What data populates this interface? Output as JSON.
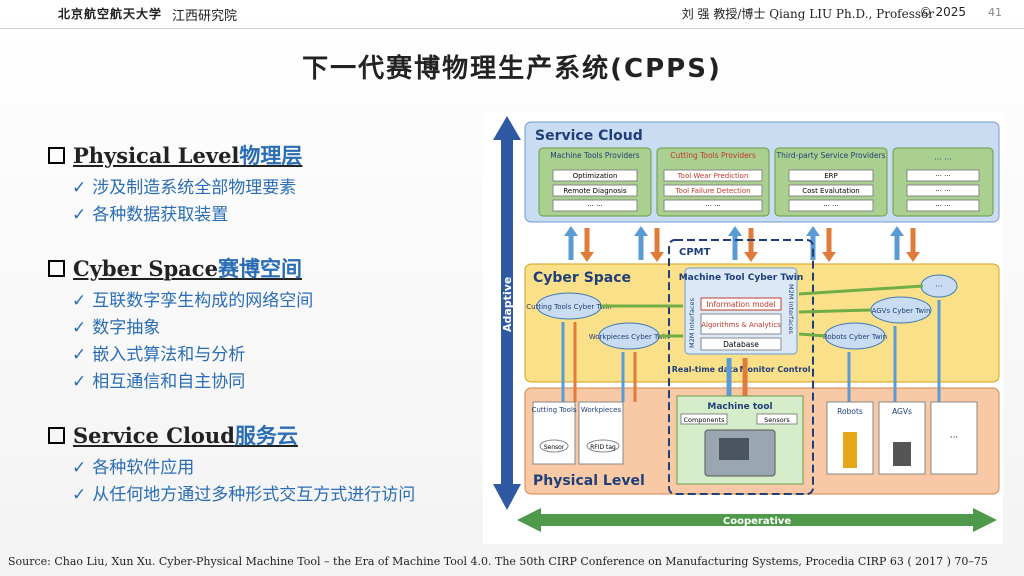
{
  "header": {
    "university": "北京航空航天大学",
    "institute": "江西研究院",
    "author": "刘 强 教授/博士 Qiang LIU Ph.D., Professor",
    "copyright": "© 2025",
    "page_number": "41"
  },
  "title": "下一代赛博物理生产系统(CPPS)",
  "sections": [
    {
      "en": "Physical Level",
      "zh": "物理层",
      "items": [
        "涉及制造系统全部物理要素",
        "各种数据获取装置"
      ]
    },
    {
      "en": "Cyber Space",
      "zh": "赛博空间",
      "items": [
        "互联数字孪生构成的网络空间",
        "数字抽象",
        "嵌入式算法和与分析",
        "相互通信和自主协同"
      ]
    },
    {
      "en": "Service Cloud",
      "zh": "服务云",
      "items": [
        "各种软件应用",
        "从任何地方通过多种形式交互方式进行访问"
      ]
    }
  ],
  "diagram": {
    "service_cloud": "Service Cloud",
    "providers": [
      {
        "name": "Machine Tools Providers",
        "services": [
          "Optimization",
          "Remote Diagnosis",
          "··· ···"
        ]
      },
      {
        "name": "Cutting Tools Providers",
        "services": [
          "Tool Wear Prediction",
          "Tool Failure Detection",
          "··· ···"
        ]
      },
      {
        "name": "Third-party Service Providers",
        "services": [
          "ERP",
          "Cost Evalutation",
          "··· ···"
        ]
      },
      {
        "name": "··· ···",
        "services": [
          "··· ···",
          "··· ···",
          "··· ···"
        ]
      }
    ],
    "cyber_space": "Cyber Space",
    "cpmt": "CPMT",
    "machine_tool_cyber_twin": "Machine Tool Cyber Twin",
    "twin_modules": [
      "Information model",
      "Algorithms & Analytics",
      "Database"
    ],
    "m2m_left": "M2M Interfaces",
    "m2m_right": "M2M Interfaces",
    "cyber_twins": [
      "Cutting Tools Cyber Twin",
      "Workpieces Cyber Twin",
      "AGVs Cyber Twin",
      "Robots Cyber Twin",
      "···"
    ],
    "realtime_data": "Real-time data",
    "monitor_control": "Monitor Control",
    "physical_level": "Physical Level",
    "physical_items": [
      "Cutting Tools",
      "Workpieces",
      "Sensor",
      "RFID tag",
      "Machine tool",
      "Components",
      "Sensors",
      "Robots",
      "AGVs",
      "···"
    ],
    "adaptive": "Adaptive",
    "cooperative": "Cooperative"
  },
  "source": "Source: Chao Liu, Xun Xu. Cyber-Physical Machine Tool – the Era of Machine Tool 4.0. The 50th CIRP Conference on Manufacturing Systems, Procedia CIRP 63 ( 2017 ) 70–75"
}
